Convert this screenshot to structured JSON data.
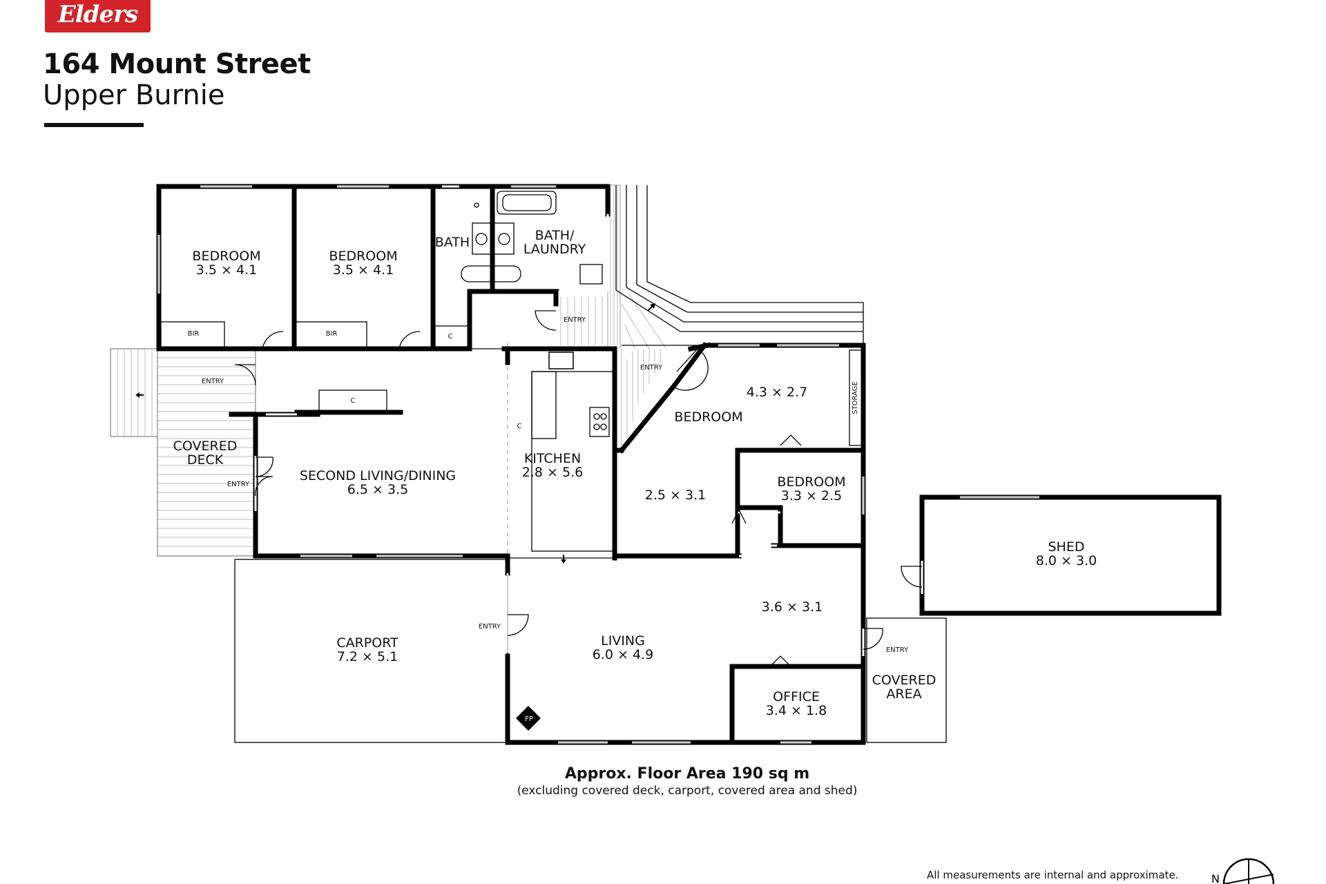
{
  "brand": {
    "logo_text": "Elders",
    "color": "#d2232a"
  },
  "address": {
    "street": "164 Mount Street",
    "suburb": "Upper Burnie"
  },
  "rooms": {
    "bedroom1": {
      "name": "BEDROOM",
      "dims": "3.5 × 4.1"
    },
    "bedroom2": {
      "name": "BEDROOM",
      "dims": "3.5 × 4.1"
    },
    "bath": {
      "name": "BATH"
    },
    "bath_laundry": {
      "name_line1": "BATH/",
      "name_line2": "LAUNDRY"
    },
    "bedroom3": {
      "name": "BEDROOM",
      "dims": "4.3 × 2.7",
      "dims2": "2.5 × 3.1"
    },
    "bedroom4": {
      "name": "BEDROOM",
      "dims": "3.3 × 2.5"
    },
    "covered_deck": {
      "name_line1": "COVERED",
      "name_line2": "DECK"
    },
    "second_living": {
      "name": "SECOND LIVING/DINING",
      "dims": "6.5 × 3.5"
    },
    "kitchen": {
      "name": "KITCHEN",
      "dims": "2.8 × 5.6"
    },
    "carport": {
      "name": "CARPORT",
      "dims": "7.2 × 5.1"
    },
    "living": {
      "name": "LIVING",
      "dims": "6.0 × 4.9",
      "dims2": "3.6 × 3.1"
    },
    "office": {
      "name": "OFFICE",
      "dims": "3.4 × 1.8"
    },
    "covered_area": {
      "name_line1": "COVERED",
      "name_line2": "AREA"
    },
    "shed": {
      "name": "SHED",
      "dims": "8.0 × 3.0"
    }
  },
  "labels": {
    "bir": "BIR",
    "cupboard": "C",
    "entry": "ENTRY",
    "storage": "STORAGE",
    "fireplace": "FP"
  },
  "floor_area": {
    "title": "Approx. Floor Area 190 sq m",
    "subtitle": "(excluding covered deck, carport, covered area and shed)"
  },
  "disclaimer": "All measurements are internal and approximate."
}
